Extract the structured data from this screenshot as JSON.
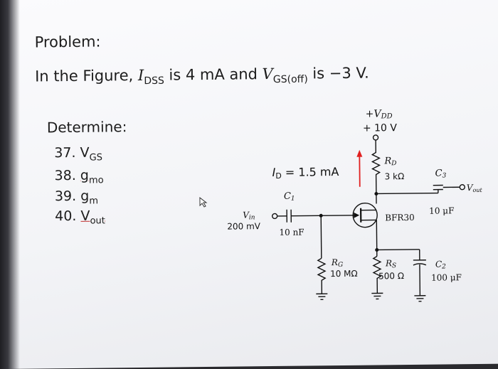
{
  "problem": {
    "heading": "Problem:",
    "statement_prefix": "In the Figure, ",
    "idss_symbol": "I",
    "idss_sub": "DSS",
    "idss_value": " is 4 mA and ",
    "vgs_symbol": "V",
    "vgs_sub": "GS(off)",
    "vgs_value": " is −3 V."
  },
  "determine": {
    "label": "Determine:",
    "questions": [
      {
        "num": "37.",
        "sym": "V",
        "sub": "GS"
      },
      {
        "num": "38.",
        "sym": "g",
        "sub": "mo"
      },
      {
        "num": "39.",
        "sym": "g",
        "sub": "m"
      },
      {
        "num": "40.",
        "sym": "V",
        "sub": "out"
      }
    ]
  },
  "circuit": {
    "vdd_label": "+V",
    "vdd_sub": "DD",
    "vdd_value": "+ 10 V",
    "rd_label": "R",
    "rd_sub": "D",
    "rd_value": "3 kΩ",
    "id_text": "I",
    "id_sub": "D",
    "id_value": " = 1.5 mA",
    "c1_label": "C",
    "c1_sub": "1",
    "c1_value": "10 nF",
    "vin_label": "V",
    "vin_sub": "in",
    "vin_value": "200 mV",
    "transistor_label": "BFR30",
    "c3_label": "C",
    "c3_sub": "3",
    "c3_value": "10 μF",
    "vout_label": "V",
    "vout_sub": "out",
    "rg_label": "R",
    "rg_sub": "G",
    "rg_value": "10 MΩ",
    "rs_label": "R",
    "rs_sub": "S",
    "rs_value": "500 Ω",
    "c2_label": "C",
    "c2_sub": "2",
    "c2_value": "100 μF"
  },
  "colors": {
    "arrow": "#e02020",
    "underline": "#c03030",
    "ink": "#1c1c1c"
  }
}
